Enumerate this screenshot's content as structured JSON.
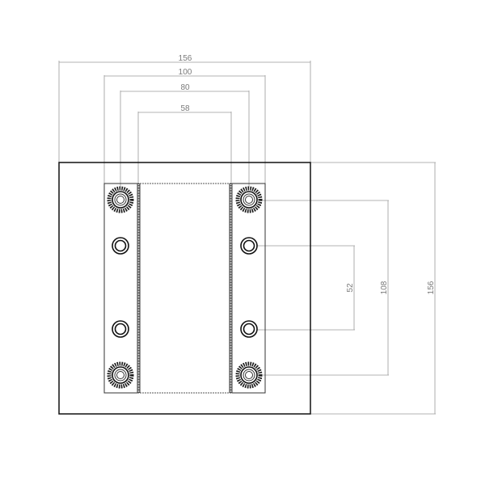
{
  "dimensions": {
    "top": {
      "outer_width": "156",
      "strip_outer": "100",
      "hole_spacing": "80",
      "inner_width": "58"
    },
    "right": {
      "inner_holes": "52",
      "outer_holes": "108",
      "outer_height": "156"
    }
  },
  "colors": {
    "outline": "#111111",
    "dimension": "#9a9a9a",
    "label": "#7a7a7a"
  }
}
